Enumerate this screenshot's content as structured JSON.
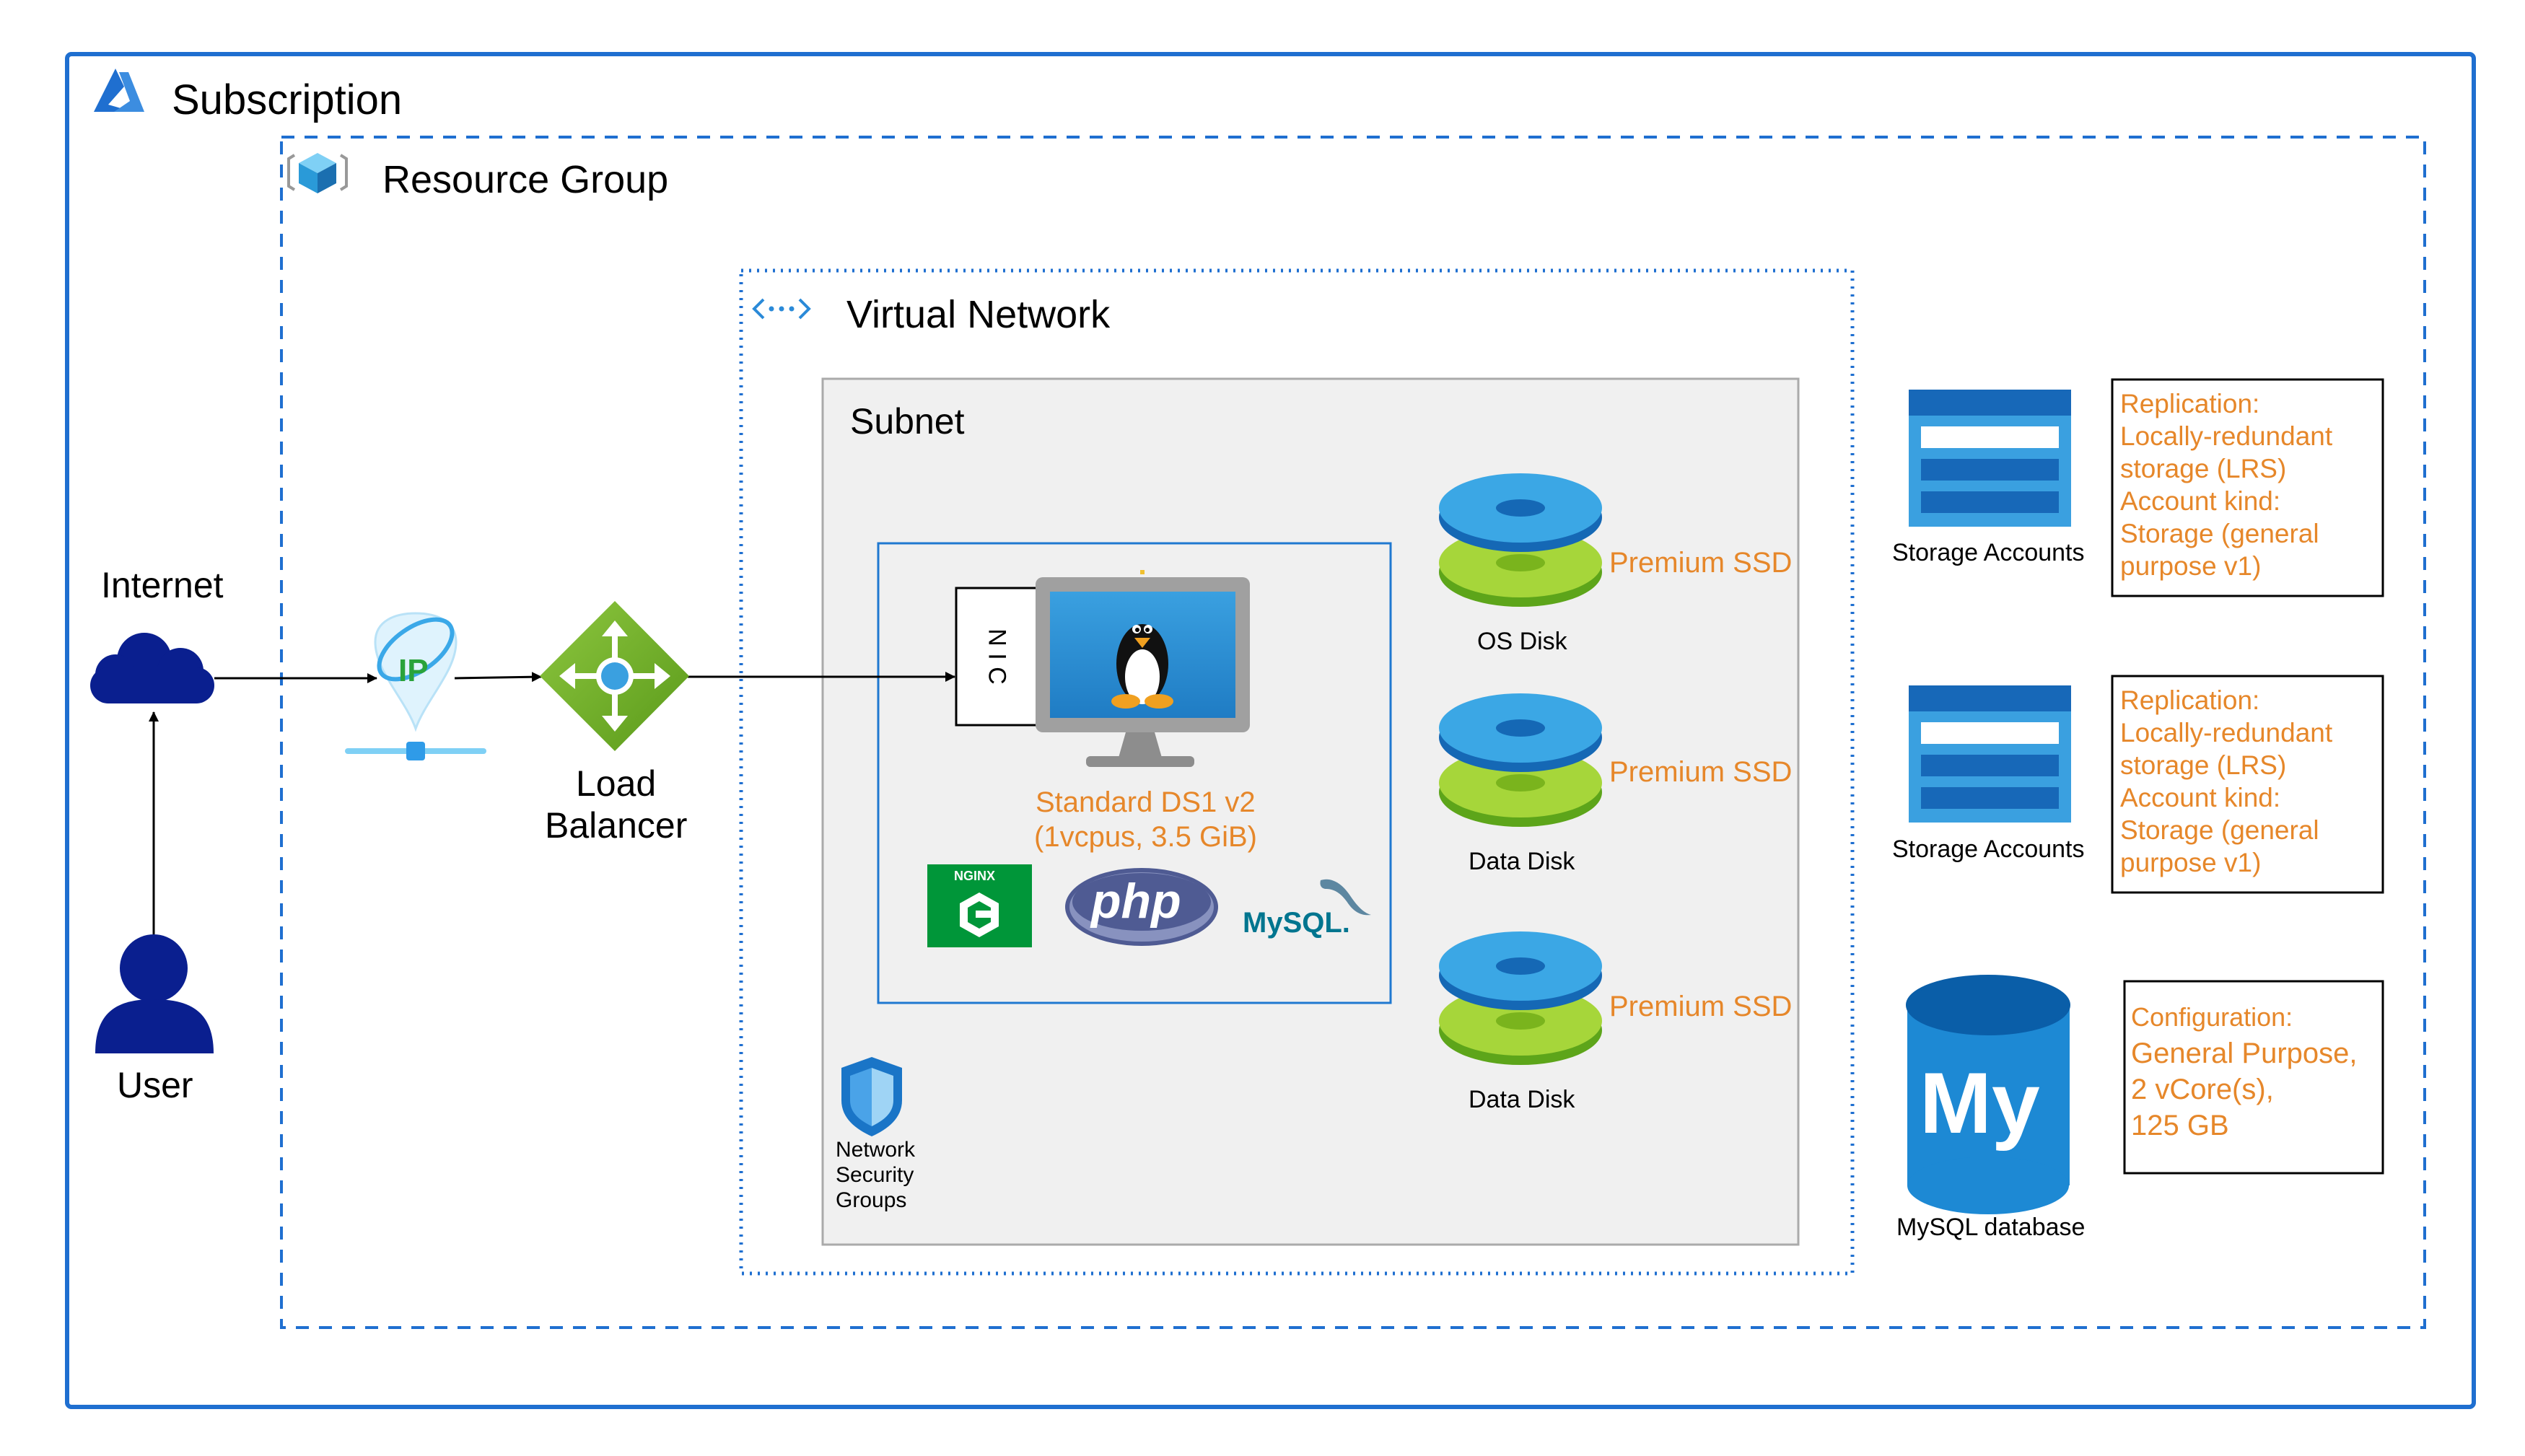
{
  "containers": {
    "subscription": "Subscription",
    "resource_group": "Resource Group",
    "virtual_network": "Virtual Network",
    "subnet": "Subnet"
  },
  "nodes": {
    "internet": "Internet",
    "user": "User",
    "load_balancer": [
      "Load",
      "Balancer"
    ],
    "nic": "N I C",
    "vm_size": [
      "Standard DS1 v2",
      "(1vcpus, 3.5 GiB)"
    ],
    "nsg": [
      "Network",
      "Security",
      "Groups"
    ],
    "ip_badge": "IP",
    "nginx_badge": "NGINX",
    "php_logo": "php",
    "mysql_logo": "MySQL.",
    "mysql_db_icon": "My"
  },
  "disks": [
    {
      "name": "OS Disk",
      "tier": "Premium SSD"
    },
    {
      "name": "Data Disk",
      "tier": "Premium SSD"
    },
    {
      "name": "Data Disk",
      "tier": "Premium SSD"
    }
  ],
  "storage_accounts": [
    {
      "label": "Storage Accounts",
      "notes": [
        "Replication:",
        "Locally-redundant",
        "storage (LRS)",
        "Account kind:",
        "Storage (general",
        "purpose v1)"
      ]
    },
    {
      "label": "Storage Accounts",
      "notes": [
        "Replication:",
        "Locally-redundant",
        "storage (LRS)",
        "Account kind:",
        "Storage (general",
        "purpose v1)"
      ]
    }
  ],
  "mysql_database": {
    "label": "MySQL database",
    "config_title": "Configuration:",
    "config": [
      "General Purpose,",
      "2 vCore(s),",
      "125 GB"
    ]
  },
  "colors": {
    "azure_blue": "#1f6fd0",
    "dark_navy": "#0a1f8f",
    "orange_text": "#e6872a",
    "green": "#7ab41d",
    "storage_blue": "#1d89d4",
    "subnet_fill": "#f0f0f0"
  },
  "icons": [
    "azure-logo-icon",
    "resource-group-cube-icon",
    "vnet-icon",
    "cloud-icon",
    "user-icon",
    "public-ip-icon",
    "load-balancer-icon",
    "linux-vm-icon",
    "nginx-icon",
    "php-icon",
    "mysql-logo-icon",
    "shield-icon",
    "disk-icon",
    "storage-account-icon",
    "mysql-database-icon"
  ]
}
